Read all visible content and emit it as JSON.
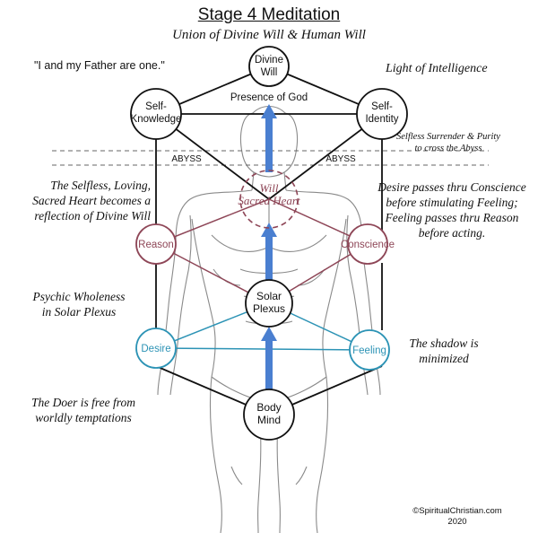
{
  "title": "Stage 4 Meditation",
  "subtitle": "Union of Divine Will & Human Will",
  "quote": "\"I and my Father are one.\"",
  "light_label": "Light of Intelligence",
  "nodes": {
    "divine_will": [
      "Divine",
      "Will"
    ],
    "self_knowledge": [
      "Self-",
      "Knowledge"
    ],
    "self_identity": [
      "Self-",
      "Identity"
    ],
    "will_sacred_heart": [
      "Will",
      "Sacred Heart"
    ],
    "reason": "Reason",
    "conscience": "Conscience",
    "solar_plexus": [
      "Solar",
      "Plexus"
    ],
    "desire": "Desire",
    "feeling": "Feeling",
    "body_mind": [
      "Body",
      "Mind"
    ]
  },
  "presence_label": "Presence of God",
  "abyss_left": "ABYSS",
  "abyss_right": "ABYSS",
  "selfless_note": [
    "Selfless Surrender & Purity",
    "to cross the Abyss"
  ],
  "left_notes": {
    "sacred_heart": [
      "The Selfless, Loving,",
      "Sacred Heart becomes a",
      "reflection of Divine Will"
    ],
    "psychic": [
      "Psychic Wholeness",
      "in Solar Plexus"
    ],
    "doer": [
      "The Doer is free from",
      "worldly temptations"
    ]
  },
  "right_notes": {
    "desire": [
      "Desire passes thru Conscience",
      "before stimulating Feeling;",
      "Feeling passes thru Reason",
      "before acting."
    ],
    "shadow": [
      "The shadow is",
      "minimized"
    ]
  },
  "copyright": [
    "©SpiritualChristian.com",
    "2020"
  ],
  "colors": {
    "black": "#111111",
    "maroon": "#8e4657",
    "teal": "#2c93b5",
    "arrow_blue": "#4a7fd0",
    "body_line": "#777777"
  }
}
